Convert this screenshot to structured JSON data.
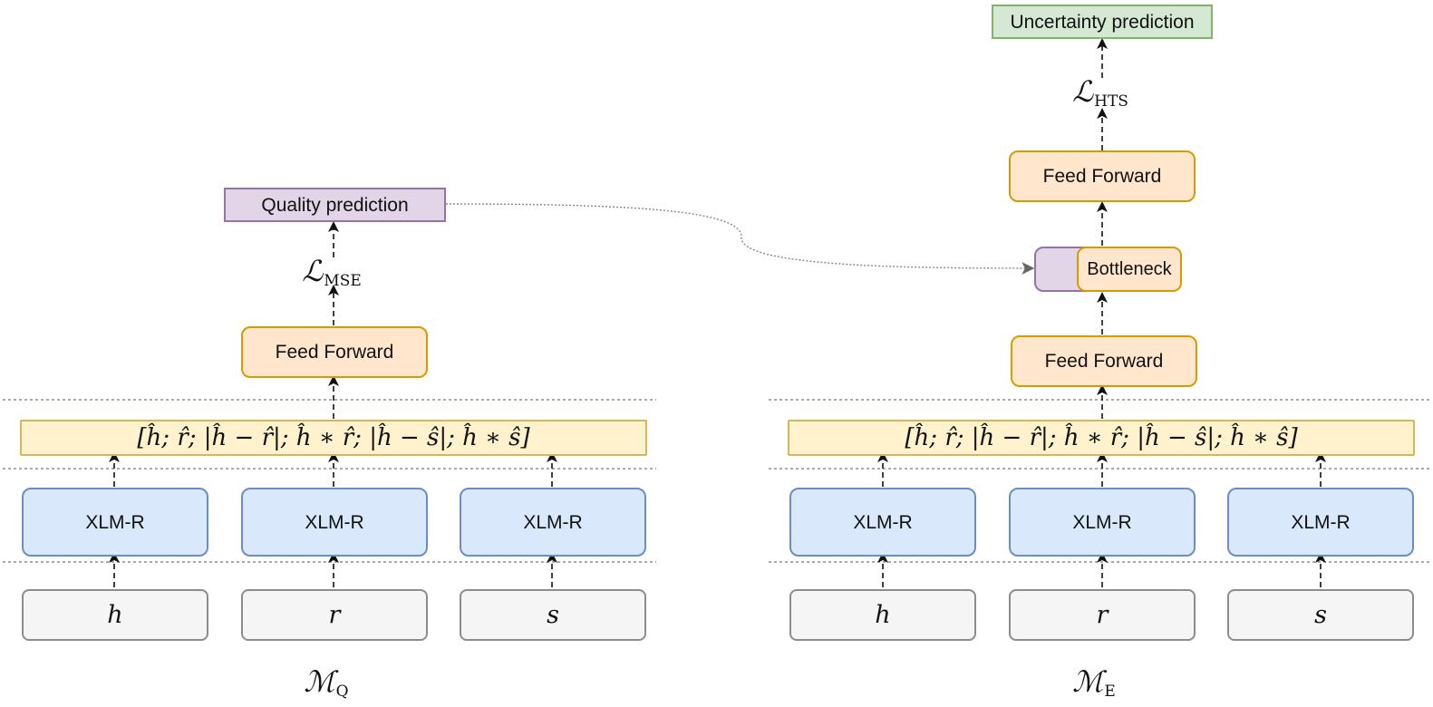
{
  "diagram": {
    "left_model": {
      "inputs": [
        "h",
        "r",
        "s"
      ],
      "encoders": [
        "XLM-R",
        "XLM-R",
        "XLM-R"
      ],
      "concat": "[ĥ; r̂; |ĥ − r̂|; ĥ ∗ r̂; |ĥ − ŝ|; ĥ ∗ ŝ]",
      "feed_forward": "Feed Forward",
      "loss": {
        "symbol": "ℒ",
        "subscript": "MSE"
      },
      "output": "Quality prediction",
      "model": {
        "symbol": "ℳ",
        "subscript": "Q"
      }
    },
    "right_model": {
      "inputs": [
        "h",
        "r",
        "s"
      ],
      "encoders": [
        "XLM-R",
        "XLM-R",
        "XLM-R"
      ],
      "concat": "[ĥ; r̂; |ĥ − r̂|; ĥ ∗ r̂; |ĥ − ŝ|; ĥ ∗ ŝ]",
      "feed_forward_lower": "Feed Forward",
      "bottleneck": "Bottleneck",
      "feed_forward_upper": "Feed Forward",
      "loss": {
        "symbol": "ℒ",
        "subscript": "HTS"
      },
      "output": "Uncertainty prediction",
      "model": {
        "symbol": "ℳ",
        "subscript": "E"
      }
    },
    "colors": {
      "input_fill": "#f5f5f5",
      "input_stroke": "#8c8c8c",
      "encoder_fill": "#dae8fc",
      "encoder_stroke": "#6c8ebf",
      "concat_fill": "#fff2cc",
      "concat_stroke": "#d6b656",
      "feed_forward_fill": "#ffe6cc",
      "feed_forward_stroke": "#d79b00",
      "quality_fill": "#e1d5e7",
      "quality_stroke": "#9673a6",
      "uncertainty_fill": "#d5e8d4",
      "uncertainty_stroke": "#82b366"
    }
  }
}
